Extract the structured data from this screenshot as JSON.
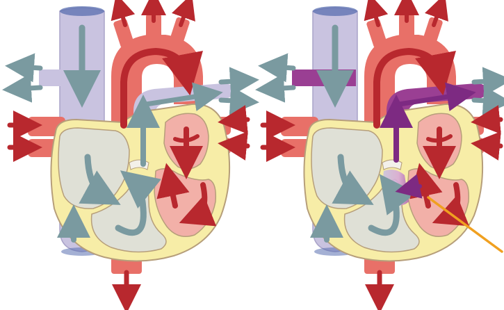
{
  "figure": {
    "panels": [
      {
        "condition": "normal",
        "septum_defect": false,
        "pulmonary_tint": "lavender"
      },
      {
        "condition": "ventricular-septal-defect",
        "septum_defect": true,
        "pulmonary_tint": "purple",
        "pointer_line": true
      }
    ]
  },
  "colors": {
    "oxygenated": "#e87068",
    "oxygenated_arrow": "#b8282e",
    "deoxygenated": "#c9c3e0",
    "deoxygenated_arrow": "#7a9aa0",
    "mixed": "#9a3f93",
    "mixed_arrow": "#7d2a82",
    "muscle": "#f7eda7",
    "muscle_outline": "#b69e7a",
    "right_chamber": "#dfe0d6",
    "left_chamber": "#f2b0a8",
    "valve": "#f3f0ea",
    "pointer": "#f0a020"
  },
  "icons": [
    "blood-flow-arrow-icon",
    "valve-icon"
  ]
}
